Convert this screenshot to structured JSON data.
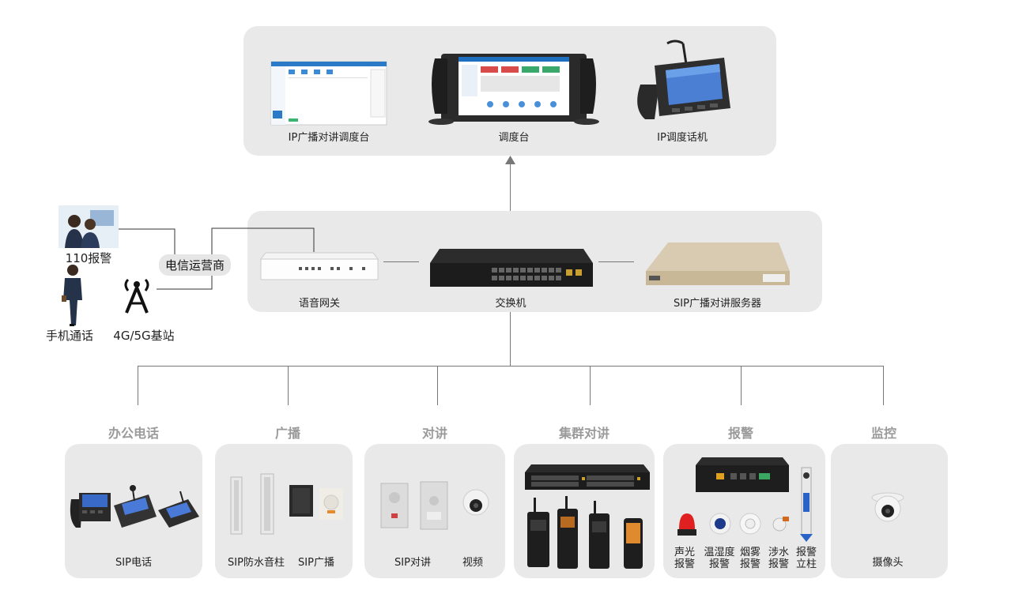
{
  "top": {
    "items": [
      {
        "label": "IP广播对讲调度台",
        "icon": "dispatch-software-screen-icon"
      },
      {
        "label": "调度台",
        "icon": "dispatch-console-icon"
      },
      {
        "label": "IP调度话机",
        "icon": "ip-dispatch-phone-icon"
      }
    ]
  },
  "middle": {
    "items": [
      {
        "label": "语音网关",
        "icon": "voice-gateway-icon"
      },
      {
        "label": "交换机",
        "icon": "network-switch-icon"
      },
      {
        "label": "SIP广播对讲服务器",
        "icon": "sip-server-icon"
      }
    ]
  },
  "left": {
    "alarm_110": "110报警",
    "mobile_call": "手机通话",
    "base_station": "4G/5G基站",
    "carrier": "电信运营商"
  },
  "categories": [
    {
      "title": "办公电话",
      "devices": [
        "SIP电话"
      ]
    },
    {
      "title": "广播",
      "devices": [
        "SIP防水音柱",
        "SIP广播"
      ]
    },
    {
      "title": "对讲",
      "devices": [
        "SIP对讲",
        "视频"
      ]
    },
    {
      "title": "集群对讲",
      "devices": []
    },
    {
      "title": "报警",
      "devices": [
        "声光\n报警",
        "温湿度\n报警",
        "烟雾\n报警",
        "涉水\n报警",
        "报警\n立柱"
      ]
    },
    {
      "title": "监控",
      "devices": [
        "摄像头"
      ]
    }
  ],
  "colors": {
    "panel": "#e9e9e9",
    "line": "#777777",
    "category_title": "#9a9a9a"
  }
}
